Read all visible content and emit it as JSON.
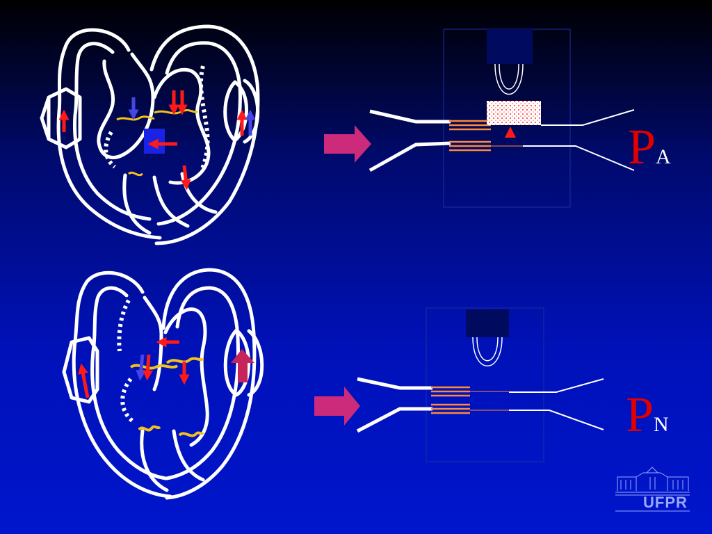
{
  "slide": {
    "colors": {
      "outline": "#ffffff",
      "arrow_red": "#ff1a1a",
      "arrow_blue": "#4646e6",
      "arrow_magenta": "#cc2a7a",
      "valve_yellow": "#f2c21b",
      "label_red": "#e00000",
      "catheter_orange": "#ff8a3a",
      "sensor_dark": "#000a5e",
      "logo": "#9aa8ff"
    },
    "top_panel": {
      "pressure_symbol": "P",
      "pressure_subscript": "A"
    },
    "bottom_panel": {
      "pressure_symbol": "P",
      "pressure_subscript": "N"
    },
    "logo": {
      "text": "UFPR"
    }
  }
}
